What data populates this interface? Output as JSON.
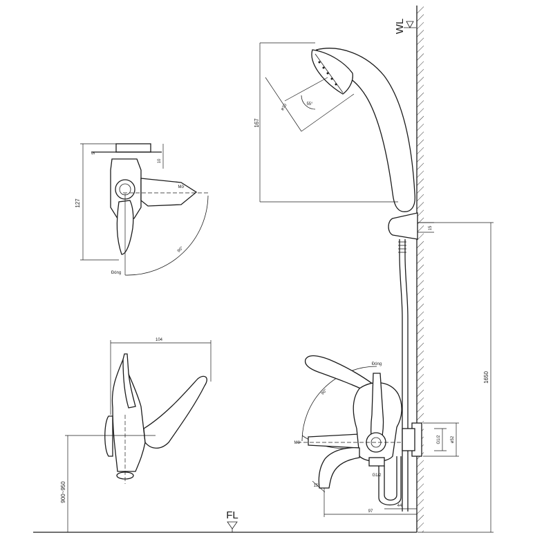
{
  "wall": {
    "wl_label": "WL",
    "fl_label": "FL"
  },
  "top_view": {
    "dim_height": "127",
    "dim_plate": "5",
    "dim_plate_side": "10",
    "dim_swing": "90°",
    "label_close": "Đóng",
    "label_open": "Mở"
  },
  "side_view": {
    "dim_depth": "104",
    "dim_mount_height": "900~950"
  },
  "shower_head": {
    "dim_length": "167",
    "dim_diameter": "ø70",
    "dim_tilt": "55°"
  },
  "front_view": {
    "dim_rail_height": "1650",
    "dim_bracket": "15",
    "dim_thread": "G1/2",
    "dim_flange": "ø52",
    "dim_outlet_thread": "G1/2",
    "dim_spout": "97",
    "dim_wall_offset": "44",
    "dim_angle": "15°",
    "dim_swing": "90°",
    "label_close": "Đóng",
    "label_open": "Mở"
  }
}
